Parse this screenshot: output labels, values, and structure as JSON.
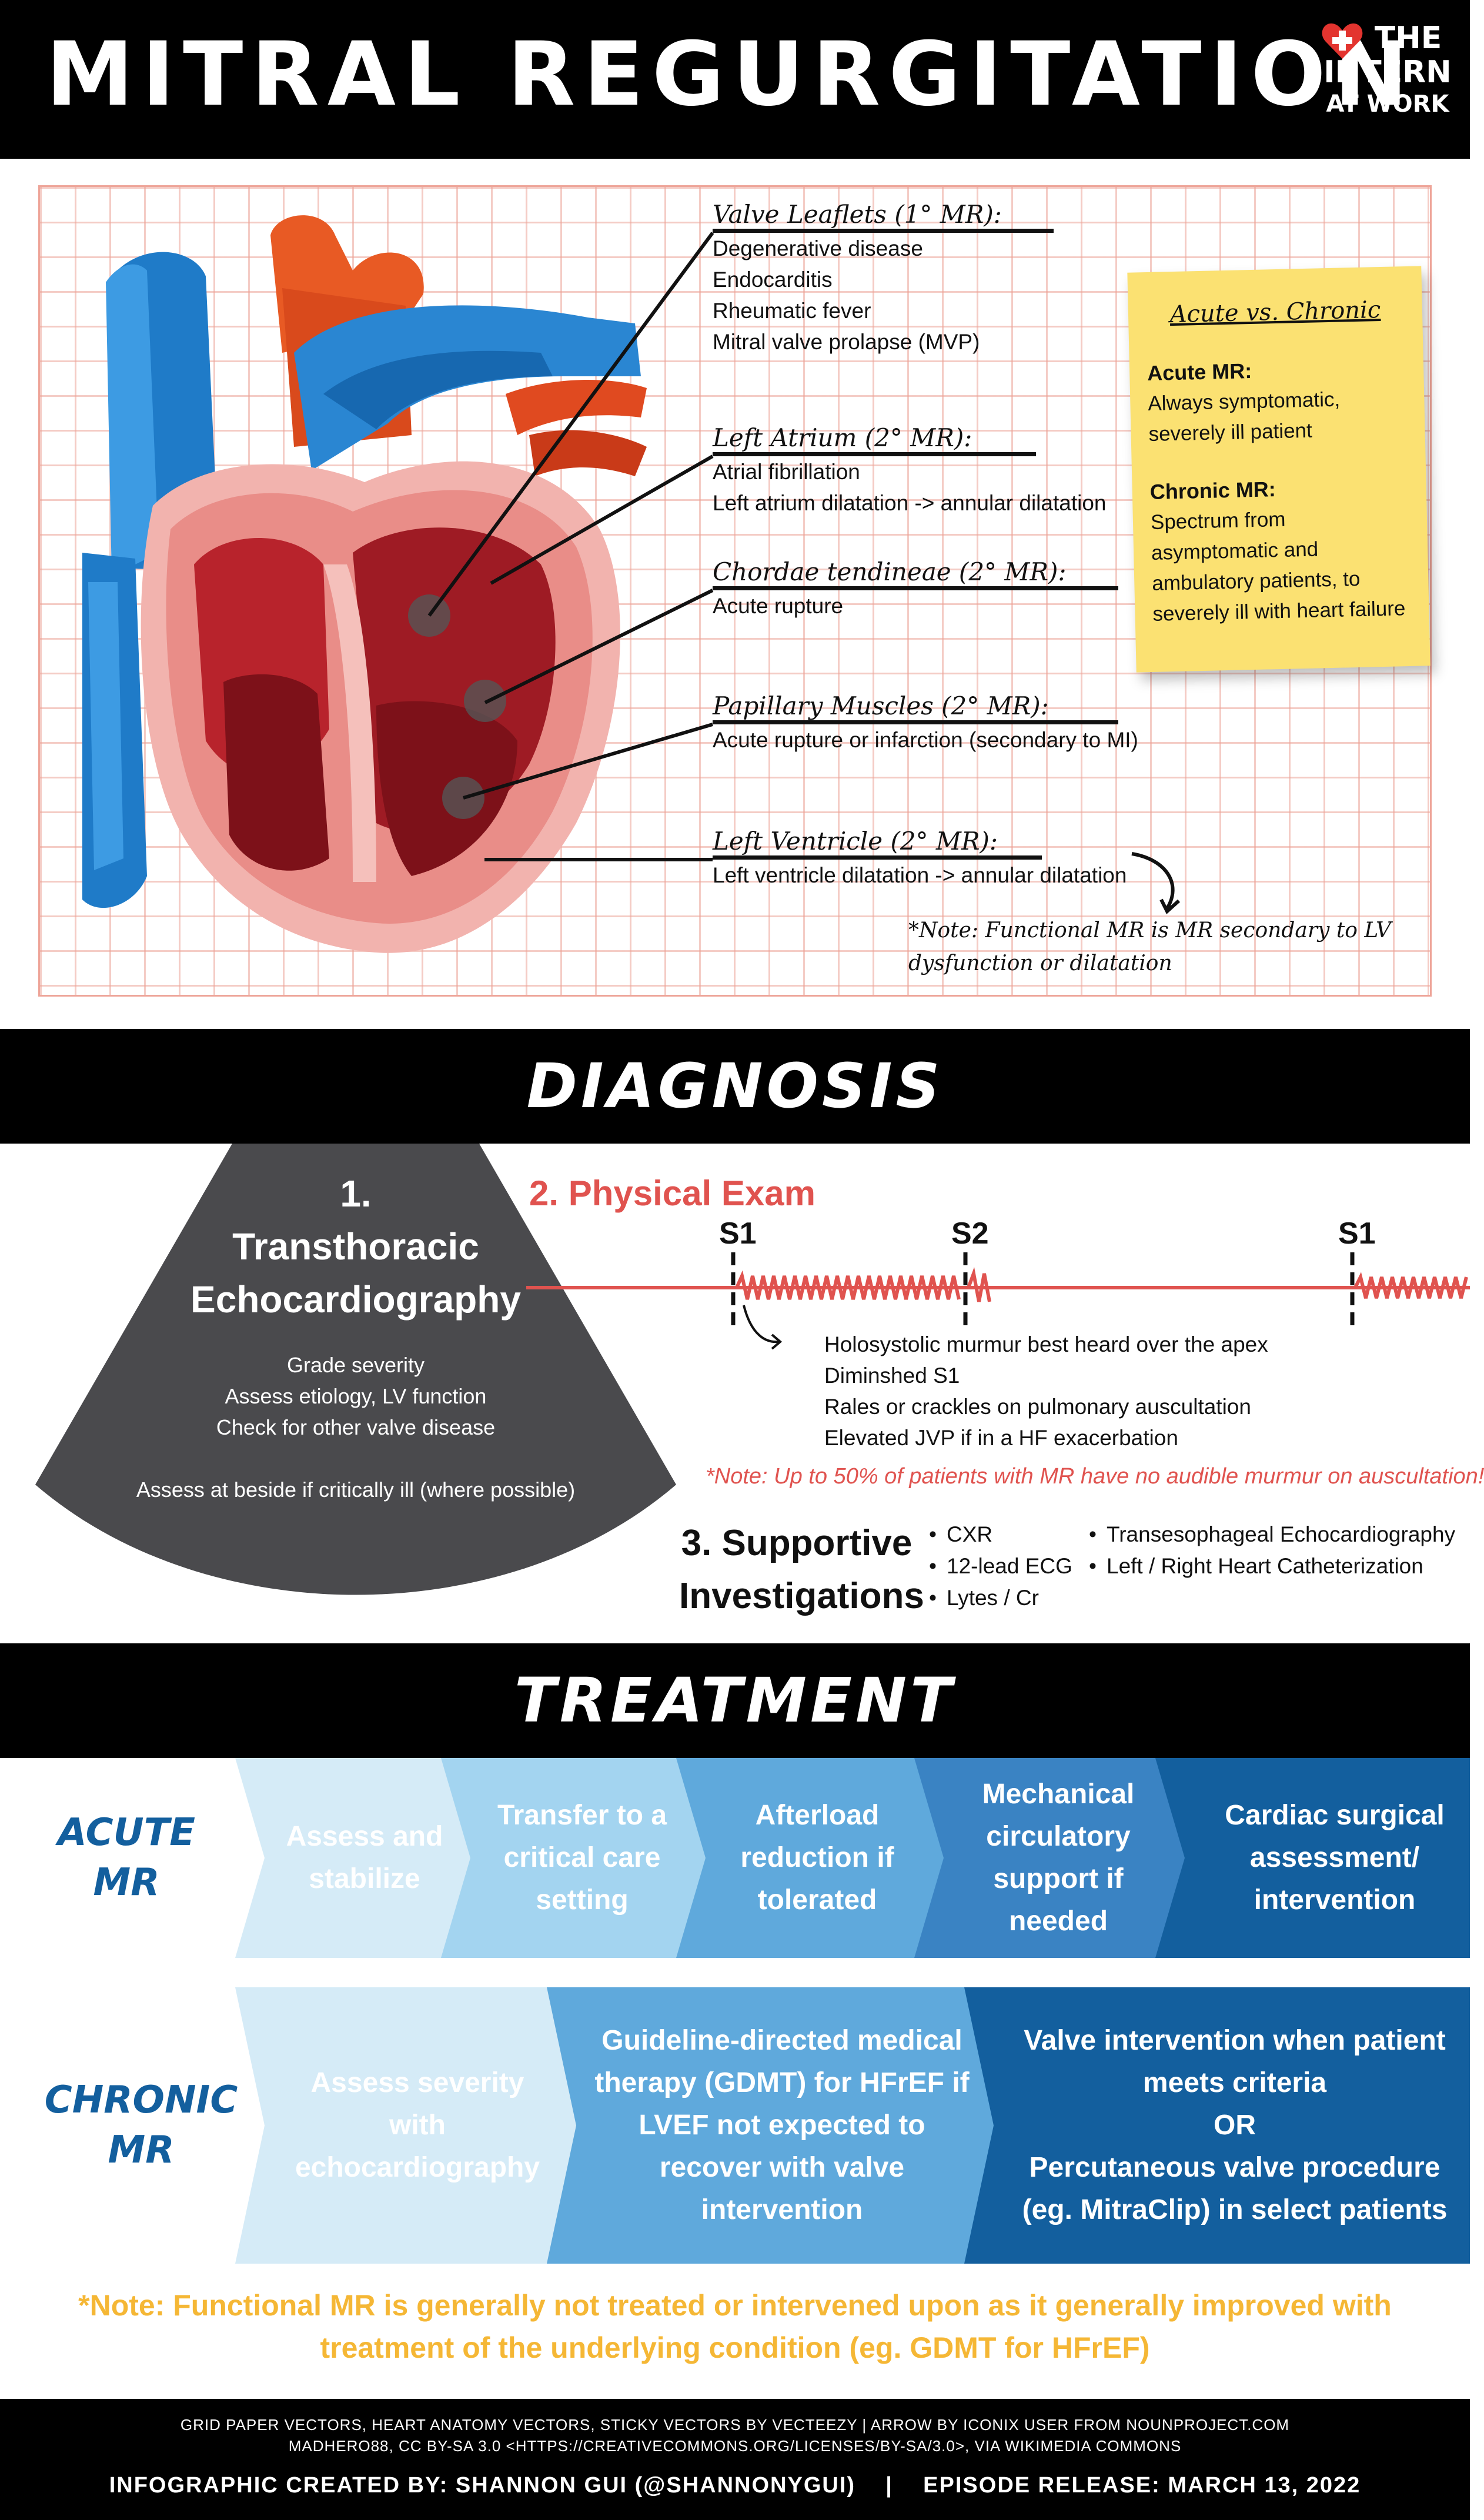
{
  "header": {
    "title": "MITRAL REGURGITATION",
    "logo": {
      "line1": "THE",
      "line2": "INTERN",
      "line3": "AT WORK"
    }
  },
  "anatomy": {
    "labels": [
      {
        "title": "Valve Leaflets (1° MR):",
        "lines": [
          "Degenerative disease",
          "Endocarditis",
          "Rheumatic fever",
          "Mitral valve prolapse (MVP)"
        ]
      },
      {
        "title": "Left Atrium (2° MR):",
        "lines": [
          "Atrial fibrillation",
          "Left atrium dilatation -> annular dilatation"
        ]
      },
      {
        "title": "Chordae tendineae (2° MR):",
        "lines": [
          "Acute rupture"
        ]
      },
      {
        "title": "Papillary Muscles (2° MR):",
        "lines": [
          "Acute rupture or infarction (secondary to MI)"
        ]
      },
      {
        "title": "Left Ventricle (2° MR):",
        "lines": [
          "Left ventricle dilatation -> annular dilatation"
        ]
      }
    ],
    "sticky": {
      "title": "Acute vs. Chronic",
      "acute_head": "Acute MR:",
      "acute_text": "Always symptomatic, severely ill patient",
      "chronic_head": "Chronic MR:",
      "chronic_text": "Spectrum from asymptomatic and ambulatory patients, to severely ill with heart failure"
    },
    "functional_note": "*Note: Functional MR is MR secondary to LV dysfunction or dilatation"
  },
  "diagnosis": {
    "heading": "DIAGNOSIS",
    "tte": {
      "number": "1.",
      "title_line1": "Transthoracic",
      "title_line2": "Echocardiography",
      "bullets": [
        "Grade severity",
        "Assess etiology, LV function",
        "Check for other valve disease"
      ],
      "bedside": "Assess at beside if critically ill (where possible)"
    },
    "physical_exam": {
      "title": "2. Physical Exam",
      "sounds": [
        "S1",
        "S2",
        "S1"
      ],
      "findings": [
        "Holosystolic murmur best heard over the apex",
        "Diminshed S1",
        "Rales or crackles on pulmonary auscultation",
        "Elevated JVP if in a HF exacerbation"
      ],
      "note": "*Note: Up to 50% of patients with MR have no audible murmur on auscultation!"
    },
    "supportive": {
      "title_line1": "3. Supportive",
      "title_line2": "Investigations",
      "col1": [
        "CXR",
        "12-lead ECG",
        "Lytes / Cr"
      ],
      "col2": [
        "Transesophageal Echocardiography",
        "Left / Right Heart Catheterization"
      ]
    }
  },
  "treatment": {
    "heading": "TREATMENT",
    "acute_label_line1": "ACUTE",
    "acute_label_line2": "MR",
    "acute_steps": [
      "Assess and stabilize",
      "Transfer to a critical care setting",
      "Afterload reduction if tolerated",
      "Mechanical circulatory support if needed",
      "Cardiac surgical assessment/ intervention"
    ],
    "chronic_label_line1": "CHRONIC",
    "chronic_label_line2": "MR",
    "chronic_steps": [
      "Assess severity with echocardiography",
      "Guideline-directed medical therapy (GDMT) for HFrEF if LVEF not expected to recover with valve intervention",
      "Valve intervention when patient meets criteria\nOR\nPercutaneous valve procedure (eg. MitraClip) in select patients"
    ],
    "note": "*Note: Functional MR is generally not treated or intervened upon as it generally improved with treatment of the underlying condition (eg. GDMT for HFrEF)",
    "colors": {
      "step1": "#d5ebf7",
      "step2": "#a3d4f0",
      "step3": "#5fa9dc",
      "step4": "#3a83c3",
      "step5": "#135f9e",
      "label": "#135f9e",
      "note": "#f5b735"
    }
  },
  "footer": {
    "credit1": "GRID PAPER VECTORS, HEART ANATOMY VECTORS, STICKY VECTORS BY VECTEEZY | ARROW BY ICONIX USER FROM NOUNPROJECT.COM",
    "credit2": "MADHERO88, CC BY-SA 3.0 <HTTPS://CREATIVECOMMONS.ORG/LICENSES/BY-SA/3.0>, VIA WIKIMEDIA COMMONS",
    "created_by": "INFOGRAPHIC CREATED BY: SHANNON GUI (@SHANNONYGUI)",
    "release": "EPISODE RELEASE: MARCH 13, 2022"
  }
}
